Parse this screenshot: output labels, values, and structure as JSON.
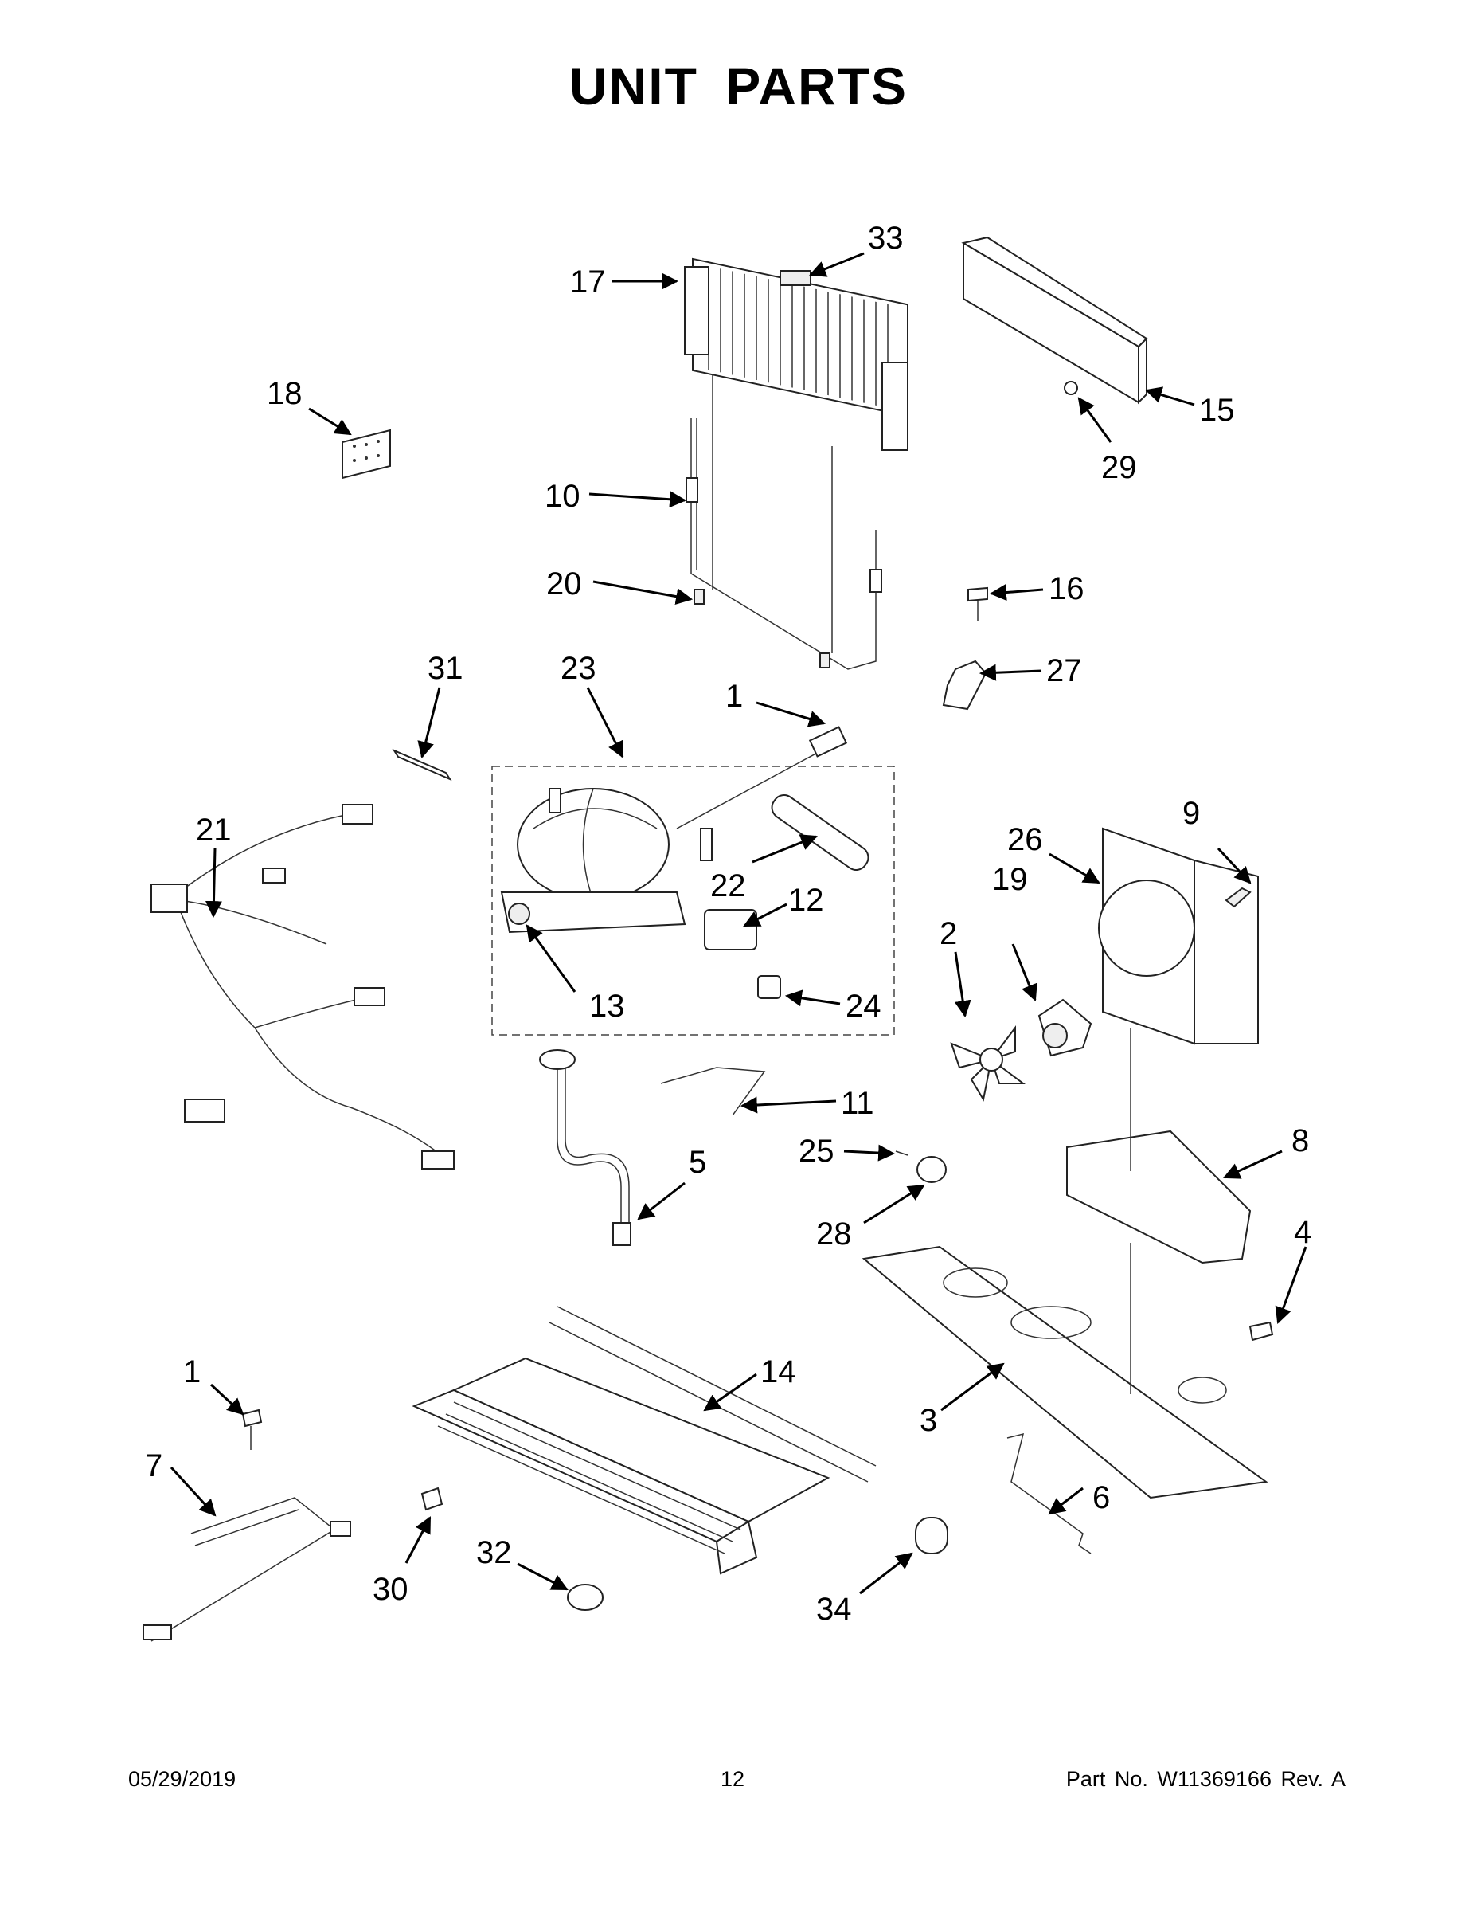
{
  "title": "UNIT  PARTS",
  "footer": {
    "date": "05/29/2019",
    "page_number": "12",
    "part_number": "Part No.  W11369166  Rev.  A"
  },
  "callouts": [
    "33",
    "17",
    "15",
    "29",
    "18",
    "10",
    "20",
    "16",
    "27",
    "31",
    "23",
    "1",
    "21",
    "22",
    "12",
    "26",
    "9",
    "19",
    "2",
    "13",
    "24",
    "11",
    "25",
    "5",
    "8",
    "28",
    "4",
    "1",
    "14",
    "3",
    "7",
    "6",
    "32",
    "30",
    "34"
  ]
}
